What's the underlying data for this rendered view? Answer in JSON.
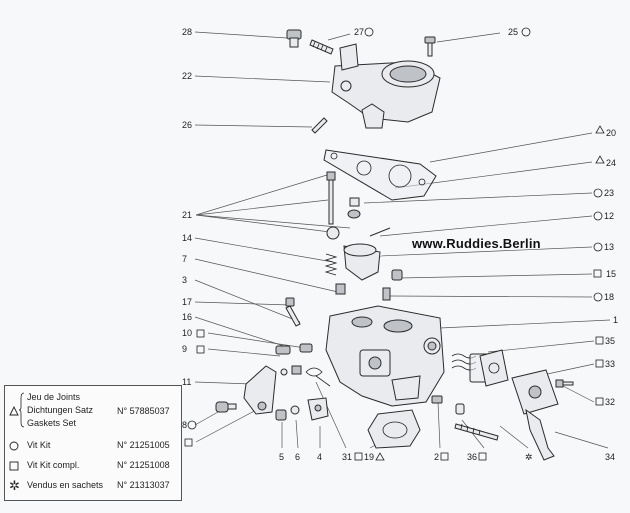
{
  "diagram": {
    "watermark": "www.Ruddies.Berlin",
    "callouts": {
      "c28": "28",
      "c27": "27",
      "c25": "25",
      "c22": "22",
      "c26": "26",
      "c20": "20",
      "c24": "24",
      "c23": "23",
      "c21": "21",
      "c12": "12",
      "c14": "14",
      "c13": "13",
      "c7": "7",
      "c15": "15",
      "c3": "3",
      "c18": "18",
      "c17": "17",
      "c1": "1",
      "c16": "16",
      "c10": "10",
      "c35": "35",
      "c9": "9",
      "c33": "33",
      "c11": "11",
      "c8": "8",
      "c32": "32",
      "c5": "5",
      "c6": "6",
      "c4": "4",
      "c31": "31",
      "c19": "19",
      "c2": "2",
      "c36": "36",
      "c34": "34"
    }
  },
  "legend": {
    "gasket_labels": [
      "Jeu de Joints",
      "Dichtungen Satz",
      "Gaskets Set"
    ],
    "gasket_number": "N° 57885037",
    "vit_kit_label": "Vit Kit",
    "vit_kit_number": "N° 21251005",
    "vit_kit_compl_label": "Vit Kit compl.",
    "vit_kit_compl_number": "N° 21251008",
    "sachets_label": "Vendus en sachets",
    "sachets_number": "N° 21313037"
  }
}
